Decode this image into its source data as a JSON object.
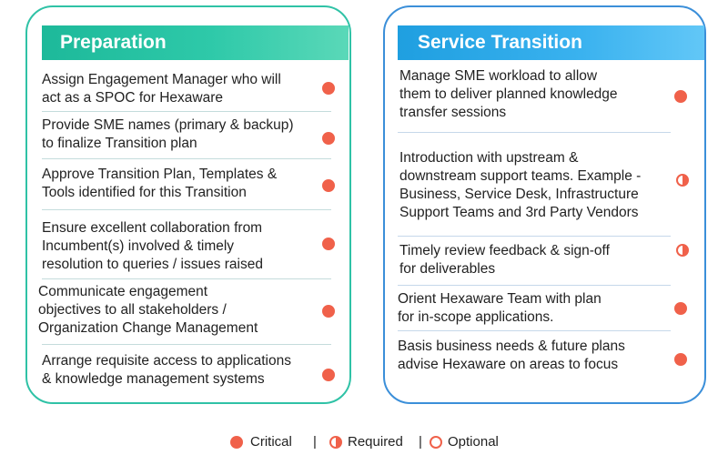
{
  "colors": {
    "critical": "#f0614a",
    "preparation_border": "#2fc2a6",
    "preparation_banner": "#1db99a",
    "service_border": "#3b8fd9",
    "service_banner": "#1f9fe0"
  },
  "preparation": {
    "title": "Preparation",
    "items": [
      {
        "lines": [
          "Assign Engagement Manager who will",
          "act as a SPOC for Hexaware"
        ],
        "status": "critical"
      },
      {
        "lines": [
          "Provide SME names (primary & backup)",
          "to finalize Transition plan"
        ],
        "status": "critical"
      },
      {
        "lines": [
          "Approve Transition Plan, Templates &",
          "Tools identified for this Transition"
        ],
        "status": "critical"
      },
      {
        "lines": [
          "Ensure excellent collaboration from",
          "Incumbent(s) involved & timely",
          "resolution to queries / issues  raised"
        ],
        "status": "critical"
      },
      {
        "lines": [
          "Communicate engagement",
          "objectives to all stakeholders /",
          "Organization Change Management"
        ],
        "status": "critical"
      },
      {
        "lines": [
          "Arrange requisite access to applications",
          "& knowledge management systems"
        ],
        "status": "critical"
      }
    ]
  },
  "service_transition": {
    "title": "Service Transition",
    "items": [
      {
        "lines": [
          "Manage SME workload to allow",
          "them to deliver planned knowledge",
          "transfer sessions"
        ],
        "status": "critical"
      },
      {
        "lines": [
          "Introduction with upstream &",
          "downstream support teams. Example -",
          "Business, Service Desk, Infrastructure",
          "Support Teams and 3rd Party Vendors"
        ],
        "status": "required"
      },
      {
        "lines": [
          "Timely review feedback & sign-off",
          "for deliverables"
        ],
        "status": "required"
      },
      {
        "lines": [
          "Orient Hexaware Team with plan",
          "for in-scope applications."
        ],
        "status": "critical"
      },
      {
        "lines": [
          "Basis business needs & future plans",
          "advise Hexaware on areas to focus"
        ],
        "status": "critical"
      }
    ]
  },
  "legend": {
    "critical": "Critical",
    "required": "Required",
    "optional": "Optional",
    "separator": "|"
  }
}
